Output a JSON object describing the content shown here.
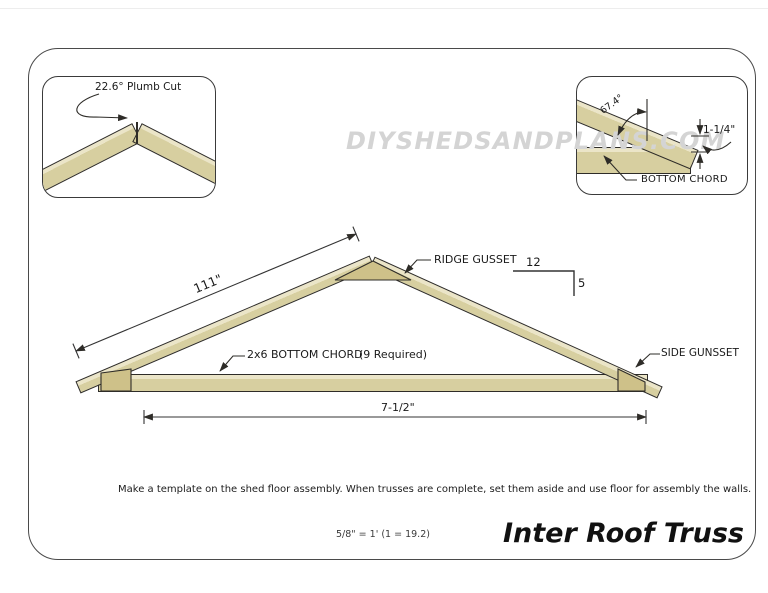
{
  "sheet": {
    "watermark": "DIYSHEDSANDPLANS.COM",
    "title": "Inter Roof Truss",
    "scale_note": "5/8\" = 1' (1 = 19.2)",
    "instruction": "Make a template on the shed floor assembly. When trusses are complete, set them aside and use floor for assembly the walls."
  },
  "plumb_detail": {
    "label": "22.6° Plumb Cut"
  },
  "heel_detail": {
    "angle_label": "67.4°",
    "offset_label": "1-1/4\"",
    "chord_label": "BOTTOM CHORD"
  },
  "truss": {
    "rafter_length": "111\"",
    "ridge_gusset": "RIDGE GUSSET",
    "pitch_run": "12",
    "pitch_rise": "5",
    "bottom_chord": "2x6 BOTTOM CHORD",
    "bottom_chord_qty": "(9 Required)",
    "side_gusset": "SIDE GUNSSET",
    "span": "7-1/2\""
  },
  "colors": {
    "wood": "#d7cfa0",
    "wood_edge_light": "#ebe5c8",
    "gusset": "#cec189",
    "line": "#2e2c28",
    "watermark": "#d4d4d4"
  }
}
